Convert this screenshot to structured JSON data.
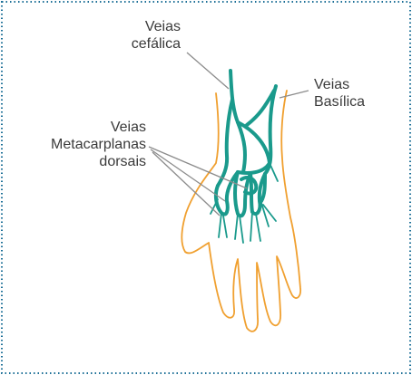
{
  "labels": {
    "cephalic": {
      "line1": "Veias",
      "line2": "cefálica"
    },
    "basilic": {
      "line1": "Veias",
      "line2": "Basílica"
    },
    "metacarpal": {
      "line1": "Veias",
      "line2": "Metacarplanas",
      "line3": "dorsais"
    }
  },
  "colors": {
    "hand_outline": "#f0a030",
    "veins": "#1a9a8c",
    "leader_lines": "#8c8c8c",
    "border": "#1a6e96",
    "text": "#3a3a3a"
  }
}
